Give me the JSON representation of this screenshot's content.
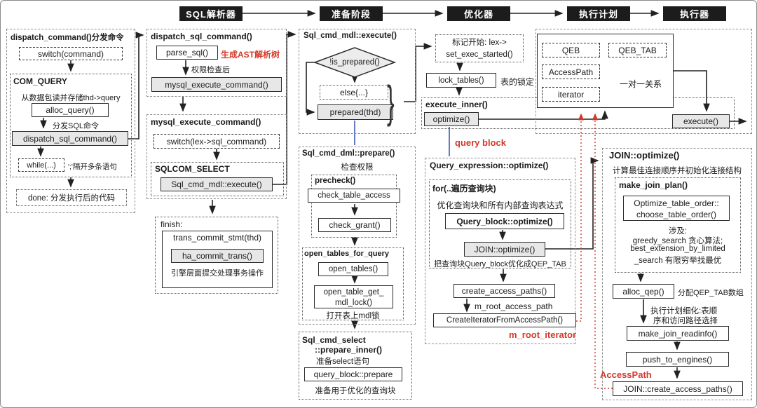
{
  "stages": [
    "SQL解析器",
    "准备阶段",
    "优化器",
    "执行计划",
    "执行器"
  ],
  "c1": {
    "title": "dispatch_command()分发命令",
    "switch_cmd": "switch(command)",
    "com_query": "COM_QUERY",
    "desc": "从数据包读并存储thd->query",
    "alloc": "alloc_query()",
    "dispatch_lbl": "分发SQL命令",
    "dispatch": "dispatch_sql_command()",
    "while_box": "while(...)",
    "while_note": "';'隔开多条语句",
    "done": "done: 分发执行后的代码"
  },
  "c2": {
    "a_title": "dispatch_sql_command()",
    "parse": "parse_sql()",
    "ast": "生成AST解析树",
    "perm": "权限检查后",
    "exec_cmd": "mysql_execute_command()",
    "b_title": "mysql_execute_command()",
    "switch_lex": "switch(lex->sql_command)",
    "sqlcom": "SQLCOM_SELECT",
    "mdl_exec": "Sql_cmd_mdl::execute()",
    "finish": "finish:",
    "trans": "trans_commit_stmt(thd)",
    "ha": "ha_commit_trans()",
    "engine_note": "引擎层面提交处理事务操作"
  },
  "c3": {
    "title": "Sql_cmd_mdl::execute()",
    "diamond": "!is_prepared()",
    "else_box": "else{...}",
    "prepared": "prepared(thd)",
    "brace": "}",
    "prep_title": "Sql_cmd_dml::prepare()",
    "perm": "检查权限",
    "precheck": "precheck()",
    "check_table": "check_table_access",
    "check_grant": "check_grant()",
    "open_title": "open_tables_for_query",
    "open_tables": "open_tables()",
    "mdl1": "open_table_get_",
    "mdl2": "mdl_lock()",
    "mdl_note": "打开表上mdl锁",
    "sel1": "Sql_cmd_select",
    "sel2": "::prepare_inner()",
    "sel_note": "准备select语句",
    "qb_prepare": "query_block::prepare",
    "qb_note": "准备用于优化的查询块"
  },
  "mid": {
    "mark1": "标记开始: lex->",
    "mark2": "set_exec_started()",
    "lock": "lock_tables()",
    "lock_note": "表的锁定",
    "exec_inner": "execute_inner()",
    "optimize": "optimize()",
    "execute": "execute()"
  },
  "qeb": {
    "qeb": "QEB",
    "qeb_tab": "QEB_TAB",
    "access": "AccessPath",
    "iter": "iterator",
    "rel": "一对一关系"
  },
  "c5": {
    "qb_label": "query block",
    "title": "Query_expression::optimize()",
    "for_title": "for(..遍历查询块)",
    "for_desc": "优化查询块和所有内部查询表达式",
    "qb_opt": "Query_block::optimize()",
    "join_opt": "JOIN::optimize()",
    "for_note": "把查询块Query_block优化成QEP_TAB",
    "cap": "create_access_paths()",
    "root_path": "m_root_access_path",
    "create_iter": "CreateIteratorFromAccessPath()",
    "root_iter": "m_root_iterator"
  },
  "c6": {
    "title": "JOIN::optimize()",
    "desc": "计算最佳连接顺序并初始化连接结构",
    "mjp": "make_join_plan()",
    "opt1": "Optimize_table_order::",
    "opt2": "choose_table_order()",
    "involve": "涉及:",
    "greedy": "greedy_search 贪心算法;",
    "best1": "best_extension_by_limited",
    "best2": "_search 有限穷举找最优",
    "alloc": "alloc_qep()",
    "alloc_note": "分配QEP_TAB数组",
    "refine1": "执行计划细化:表顺",
    "refine2": "序和访问路径选择",
    "readinfo": "make_join_readinfo()",
    "push": "push_to_engines()",
    "ap_label": "AccessPath",
    "jcap": "JOIN::create_access_paths()"
  },
  "colors": {
    "red": "#d4382a",
    "blue": "#4a62b8",
    "gray_fill": "#e7e7e7",
    "header_bg": "#1c1c1c"
  }
}
